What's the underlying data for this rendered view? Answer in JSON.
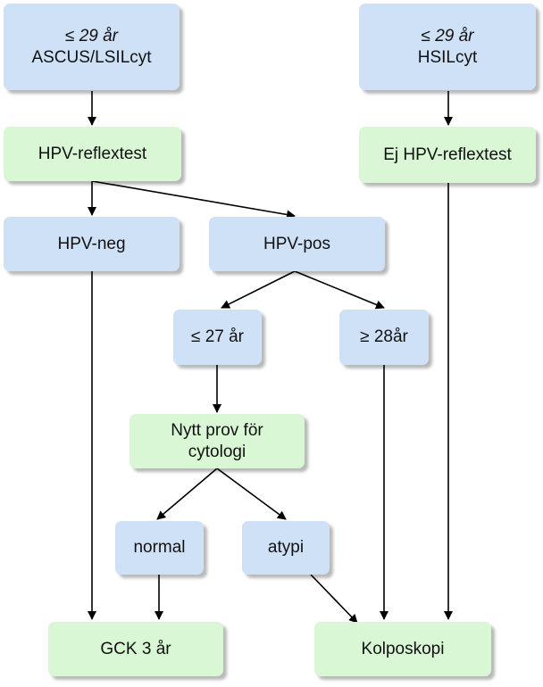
{
  "colors": {
    "blue_box": "#cfe1f7",
    "green_box": "#d9f7d5",
    "arrow": "#000000"
  },
  "nodes": {
    "asc": {
      "line1": "≤ 29 år",
      "line2": "ASCUS/LSILcyt"
    },
    "hsil": {
      "line1": "≤ 29 år",
      "line2": "HSILcyt"
    },
    "reflex": {
      "label": "HPV-reflextest"
    },
    "ejreflex": {
      "label": "Ej HPV-reflextest"
    },
    "hpvneg": {
      "label": "HPV-neg"
    },
    "hpvpos": {
      "label": "HPV-pos"
    },
    "le27": {
      "label": "≤ 27 år"
    },
    "ge28": {
      "label": "≥ 28år"
    },
    "nytt": {
      "line1": "Nytt prov för",
      "line2": "cytologi"
    },
    "normal": {
      "label": "normal"
    },
    "atypi": {
      "label": "atypi"
    },
    "gck": {
      "label": "GCK 3 år"
    },
    "kolpo": {
      "label": "Kolposkopi"
    }
  }
}
